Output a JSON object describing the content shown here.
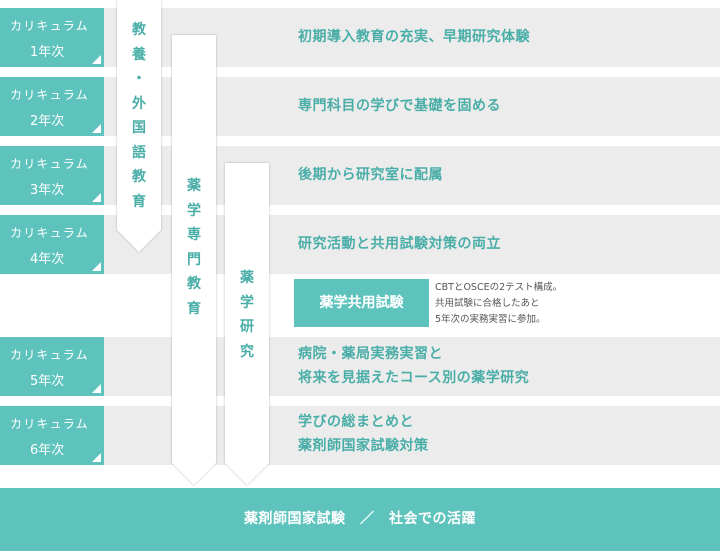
{
  "curriculum": [
    {
      "label": "カリキュラム",
      "year": "1年次",
      "text_lines": [
        "初期導入教育の充実、早期研究体験"
      ]
    },
    {
      "label": "カリキュラム",
      "year": "2年次",
      "text_lines": [
        "専門科目の学びで基礎を固める"
      ]
    },
    {
      "label": "カリキュラム",
      "year": "3年次",
      "text_lines": [
        "後期から研究室に配属"
      ]
    },
    {
      "label": "カリキュラム",
      "year": "4年次",
      "text_lines": [
        "研究活動と共用試験対策の両立"
      ]
    },
    {
      "label": "カリキュラム",
      "year": "5年次",
      "text_lines": [
        "病院・薬局実務実習と",
        "将来を見据えたコース別の薬学研究"
      ]
    },
    {
      "label": "カリキュラム",
      "year": "6年次",
      "text_lines": [
        "学びの総まとめと",
        "薬剤師国家試験対策"
      ]
    }
  ],
  "arrows": {
    "liberal": "教\n養\n・\n外\n国\n語\n教\n育",
    "professional": "薬\n学\n専\n門\n教\n育",
    "research": "薬\n学\n研\n究"
  },
  "common_exam": {
    "title": "薬学共用試験",
    "note_lines": [
      "CBTとOSCEの2テスト構成。",
      "共用試験に合格したあと",
      "5年次の実務実習に参加。"
    ]
  },
  "footer": {
    "text": "薬剤師国家試験　／　社会での活躍"
  },
  "colors": {
    "teal": "#5ec3bd",
    "teal_text": "#4aaea8",
    "row_bg": "#ececec"
  }
}
